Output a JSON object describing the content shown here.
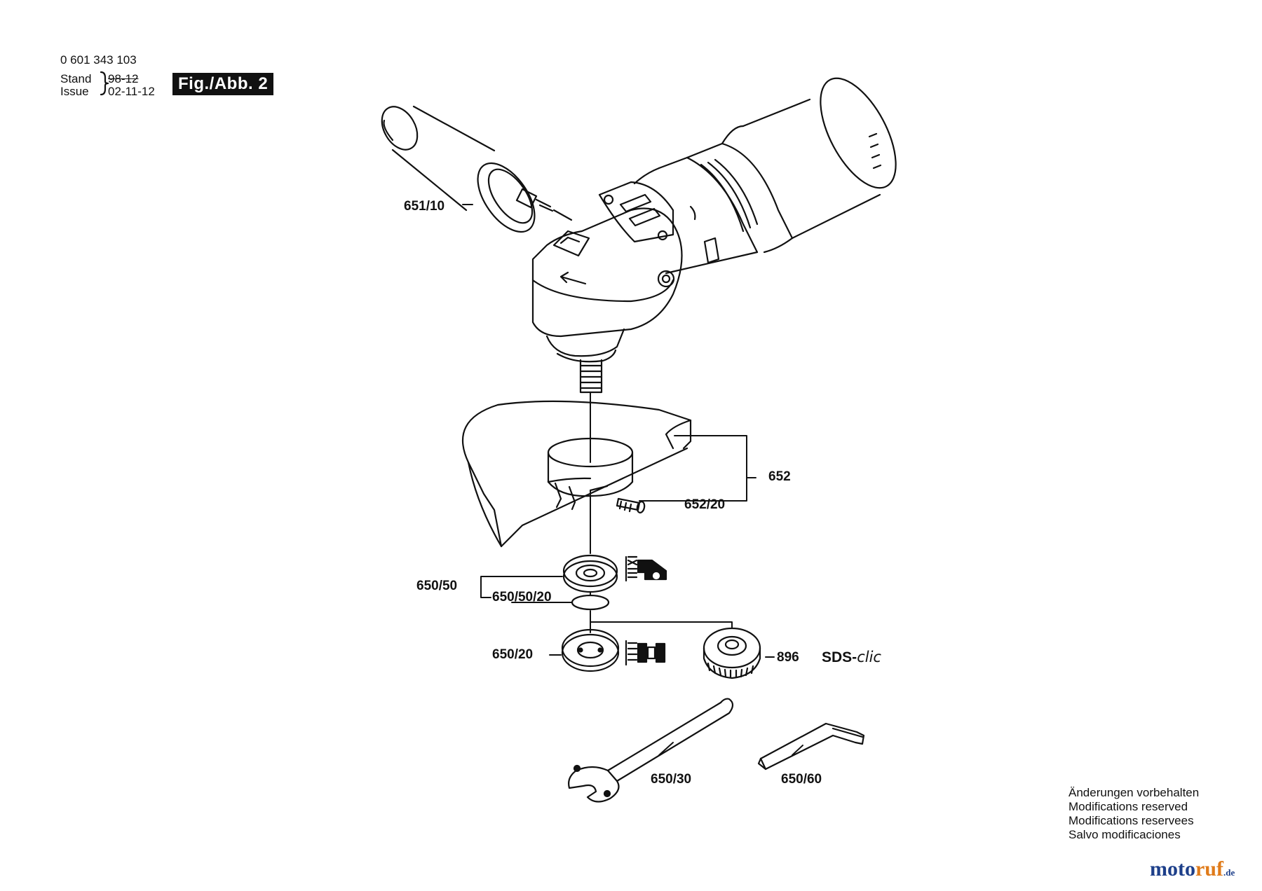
{
  "header": {
    "part_number": "0 601 343 103",
    "stand_label": "Stand",
    "issue_label": "Issue",
    "stand_value": "98-12",
    "issue_value": "02-11-12",
    "figure": "Fig./Abb. 2"
  },
  "parts": {
    "handle": "651/10",
    "guard": "652",
    "guard_screw": "652/20",
    "flange": "650/50",
    "o_ring": "650/50/20",
    "clamp_nut": "650/20",
    "quick_nut": "896",
    "spanner": "650/30",
    "hex_key": "650/60"
  },
  "sds": {
    "prefix": "SDS-",
    "suffix": "clic"
  },
  "notes": [
    "Änderungen vorbehalten",
    "Modifications reserved",
    "Modifications reservees",
    "Salvo modificaciones"
  ],
  "watermark": {
    "part1": "moto",
    "part2": "ruf",
    "tld": ".de"
  }
}
